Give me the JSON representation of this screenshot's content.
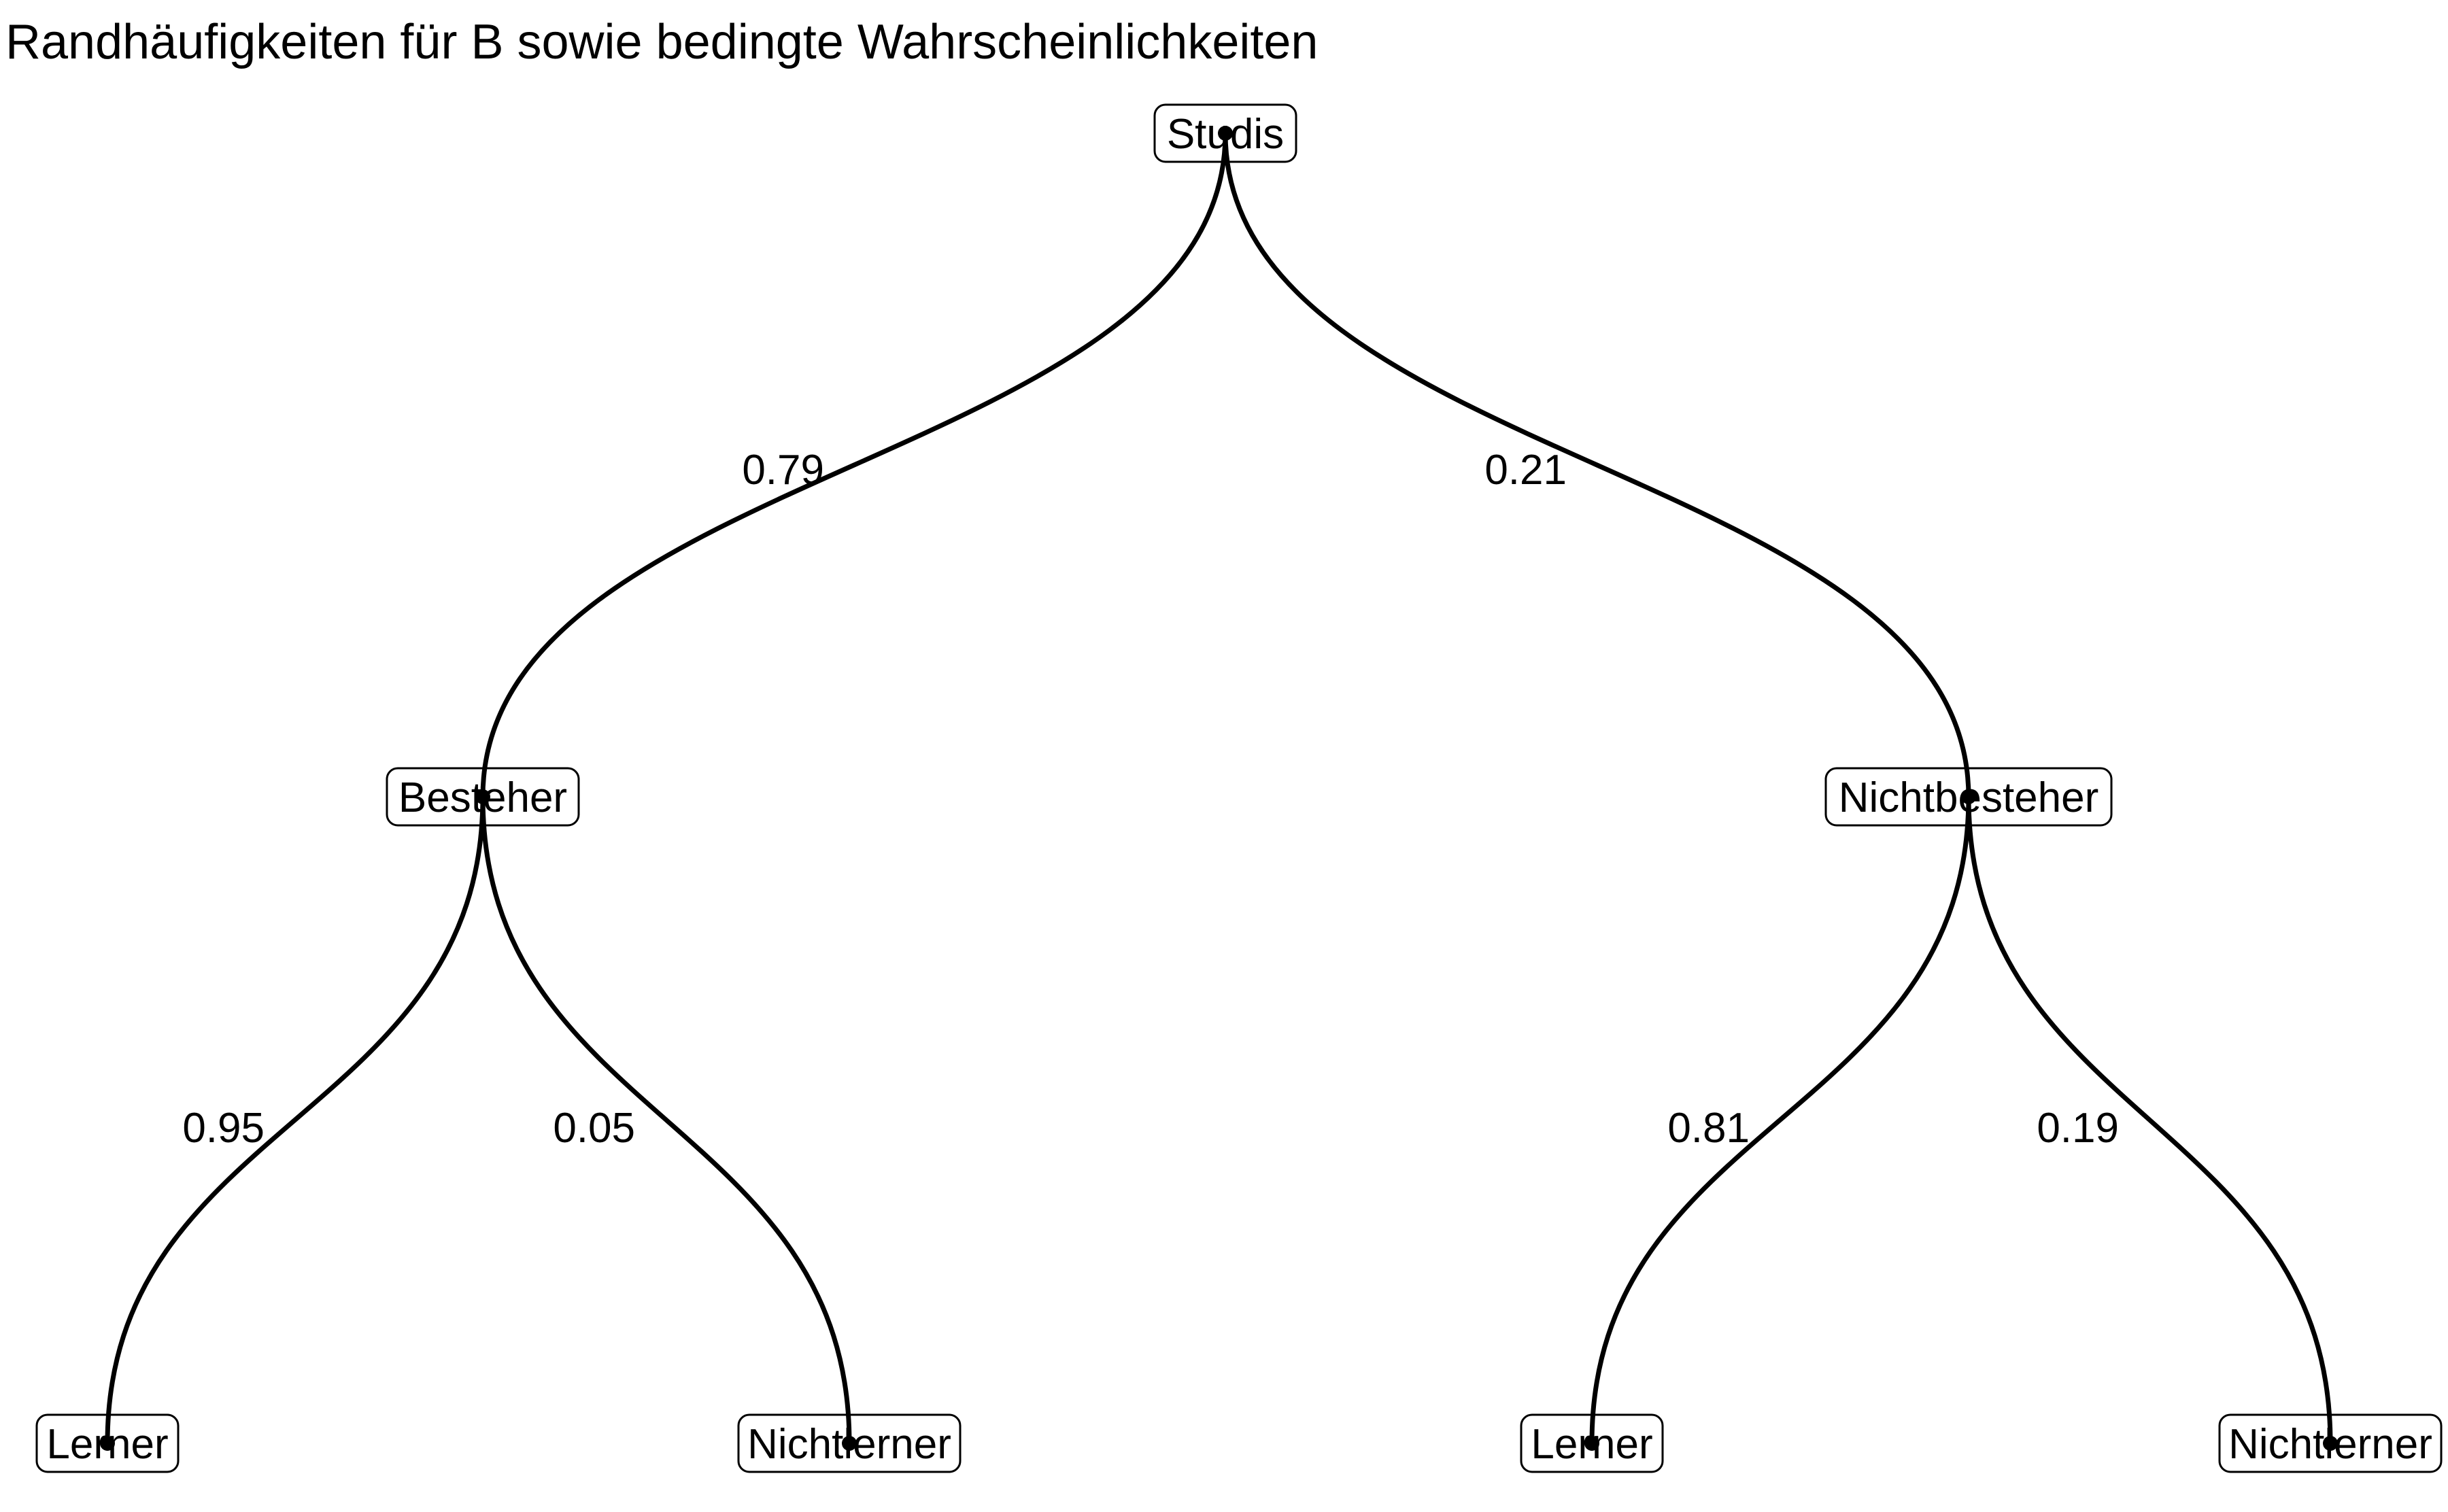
{
  "title": "Randhäufigkeiten für B sowie bedingte Wahrscheinlichkeiten",
  "diagram_type": "probability-tree",
  "colors": {
    "background": "#ffffff",
    "line": "#000000",
    "text": "#000000"
  },
  "nodes": [
    {
      "id": "studis",
      "label": "Studis",
      "level": 0
    },
    {
      "id": "besteher",
      "label": "Besteher",
      "level": 1
    },
    {
      "id": "nichtbesteher",
      "label": "Nichtbesteher",
      "level": 1
    },
    {
      "id": "lerner-left",
      "label": "Lerner",
      "level": 2
    },
    {
      "id": "nichtlerner-left",
      "label": "Nichtlerner",
      "level": 2
    },
    {
      "id": "lerner-right",
      "label": "Lerner",
      "level": 2
    },
    {
      "id": "nichtlerner-right",
      "label": "Nichtlerner",
      "level": 2
    }
  ],
  "edges": [
    {
      "from": "Studis",
      "to": "Besteher",
      "p": "0.79"
    },
    {
      "from": "Studis",
      "to": "Nichtbesteher",
      "p": "0.21"
    },
    {
      "from": "Besteher",
      "to": "Lerner",
      "p": "0.95"
    },
    {
      "from": "Besteher",
      "to": "Nichtlerner",
      "p": "0.05"
    },
    {
      "from": "Nichtbesteher",
      "to": "Lerner",
      "p": "0.81"
    },
    {
      "from": "Nichtbesteher",
      "to": "Nichtlerner",
      "p": "0.19"
    }
  ]
}
